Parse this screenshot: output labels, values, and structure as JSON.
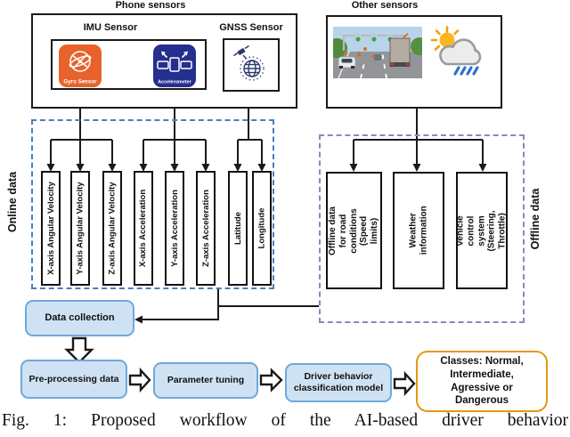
{
  "titles": {
    "phone": "Phone sensors",
    "other": "Other sensors",
    "imu": "IMU Sensor",
    "gnss": "GNSS Sensor"
  },
  "icons": {
    "gyro_caption": "Gyro Sensor",
    "accel_caption": "Accelerometer"
  },
  "online": {
    "label": "Online data",
    "boxes": [
      "X-axis Angular Velocity",
      "Y-axis Angular Velocity",
      "Z-axis Angular Velocity",
      "X-axis Acceleration",
      "Y-axis Acceleration",
      "Z-axis Acceleration",
      "Latitude",
      "Longitude"
    ]
  },
  "offline": {
    "label": "Offline data",
    "boxes": [
      "Offline data for road conditions (Speed limits)",
      "Weather information",
      "Vehicle control system (Steering, Throttle)"
    ]
  },
  "flow": {
    "data_collection": "Data collection",
    "preprocessing": "Pre-processing data",
    "parameter_tuning": "Parameter tuning",
    "classifier_lines": [
      "Driver behavior",
      "classification model"
    ],
    "classes_lines": [
      "Classes: Normal,",
      "Intermediate,",
      "Agressive or",
      "Dangerous"
    ]
  },
  "caption": "Fig. 1: Proposed workflow of the AI-based driver behavior",
  "colors": {
    "online_dash": "#4a7ebc",
    "offline_dash": "#9b7fc0",
    "process_fill": "#cfe2f3",
    "process_border": "#6fa8dc",
    "classes_border": "#e6980f",
    "gyro_bg": "#e8632c",
    "accel_bg": "#252f8f",
    "line": "#1a1a1a"
  }
}
